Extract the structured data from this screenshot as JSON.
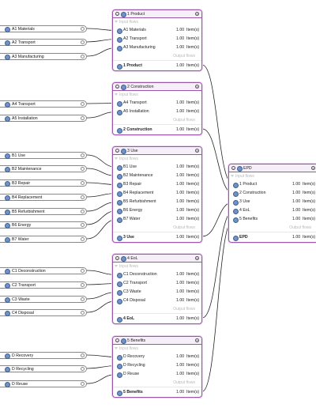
{
  "sources": [
    {
      "label": "A1 Materials"
    },
    {
      "label": "A2 Transport"
    },
    {
      "label": "A3 Manufacturing"
    },
    {
      "label": "A4 Transport"
    },
    {
      "label": "A5 Installation"
    },
    {
      "label": "B1 Use"
    },
    {
      "label": "B2 Maintenance"
    },
    {
      "label": "B3 Repair"
    },
    {
      "label": "B4 Replacement"
    },
    {
      "label": "B5 Refurbishment"
    },
    {
      "label": "B6 Energy"
    },
    {
      "label": "B7 Water"
    },
    {
      "label": "C1 Deconstruction"
    },
    {
      "label": "C2 Transport"
    },
    {
      "label": "C3 Waste"
    },
    {
      "label": "C4 Disposal"
    },
    {
      "label": "D Recovery"
    },
    {
      "label": "D Recycling"
    },
    {
      "label": "D Reuse"
    }
  ],
  "labels": {
    "input_flows": "Input flows",
    "output_flows": "Output flows",
    "minimize": "–",
    "close": "×"
  },
  "nodes": [
    {
      "title": "1 Product",
      "inputs": [
        {
          "name": "A1 Materials",
          "amount": "1.00",
          "unit": "Item(s)"
        },
        {
          "name": "A2 Transport",
          "amount": "1.00",
          "unit": "Item(s)"
        },
        {
          "name": "A3 Manufacturing",
          "amount": "1.00",
          "unit": "Item(s)"
        }
      ],
      "output": {
        "name": "1 Product",
        "amount": "1.00",
        "unit": "Item(s)"
      }
    },
    {
      "title": "2 Construction",
      "inputs": [
        {
          "name": "A4 Transport",
          "amount": "1.00",
          "unit": "Item(s)"
        },
        {
          "name": "A5 Installation",
          "amount": "1.00",
          "unit": "Item(s)"
        }
      ],
      "output": {
        "name": "2 Construction",
        "amount": "1.00",
        "unit": "Item(s)"
      }
    },
    {
      "title": "3 Use",
      "inputs": [
        {
          "name": "B1 Use",
          "amount": "1.00",
          "unit": "Item(s)"
        },
        {
          "name": "B2 Maintenance",
          "amount": "1.00",
          "unit": "Item(s)"
        },
        {
          "name": "B3 Repair",
          "amount": "1.00",
          "unit": "Item(s)"
        },
        {
          "name": "B4 Replacement",
          "amount": "1.00",
          "unit": "Item(s)"
        },
        {
          "name": "B5 Refurbishment",
          "amount": "1.00",
          "unit": "Item(s)"
        },
        {
          "name": "B6 Energy",
          "amount": "1.00",
          "unit": "Item(s)"
        },
        {
          "name": "B7 Water",
          "amount": "1.00",
          "unit": "Item(s)"
        }
      ],
      "output": {
        "name": "3 Use",
        "amount": "1.00",
        "unit": "Item(s)"
      }
    },
    {
      "title": "4 EoL",
      "inputs": [
        {
          "name": "C1 Deconstruction",
          "amount": "1.00",
          "unit": "Item(s)"
        },
        {
          "name": "C2 Transport",
          "amount": "1.00",
          "unit": "Item(s)"
        },
        {
          "name": "C3 Waste",
          "amount": "1.00",
          "unit": "Item(s)"
        },
        {
          "name": "C4 Disposal",
          "amount": "1.00",
          "unit": "Item(s)"
        }
      ],
      "output": {
        "name": "4 EoL",
        "amount": "1.00",
        "unit": "Item(s)"
      }
    },
    {
      "title": "5 Benefits",
      "inputs": [
        {
          "name": "D Recovery",
          "amount": "1.00",
          "unit": "Item(s)"
        },
        {
          "name": "D Recycling",
          "amount": "1.00",
          "unit": "Item(s)"
        },
        {
          "name": "D Reuse",
          "amount": "1.00",
          "unit": "Item(s)"
        }
      ],
      "output": {
        "name": "5 Benefits",
        "amount": "1.00",
        "unit": "Item(s)"
      }
    },
    {
      "title": "EPD",
      "inputs": [
        {
          "name": "1 Product",
          "amount": "1.00",
          "unit": "Item(s)"
        },
        {
          "name": "2 Construction",
          "amount": "1.00",
          "unit": "Item(s)"
        },
        {
          "name": "3 Use",
          "amount": "1.00",
          "unit": "Item(s)"
        },
        {
          "name": "4 EoL",
          "amount": "1.00",
          "unit": "Item(s)"
        },
        {
          "name": "5 Benefits",
          "amount": "1.00",
          "unit": "Item(s)"
        }
      ],
      "output": {
        "name": "EPD",
        "amount": "1.00",
        "unit": "Item(s)"
      }
    }
  ],
  "colors": {
    "node_border": "#9a57a8",
    "wire": "#222222",
    "gear_icon": "#6f93c8"
  },
  "icons": {
    "process": "gear-icon",
    "minimize": "minimize-icon",
    "close": "close-icon",
    "port": "output-port-icon"
  }
}
